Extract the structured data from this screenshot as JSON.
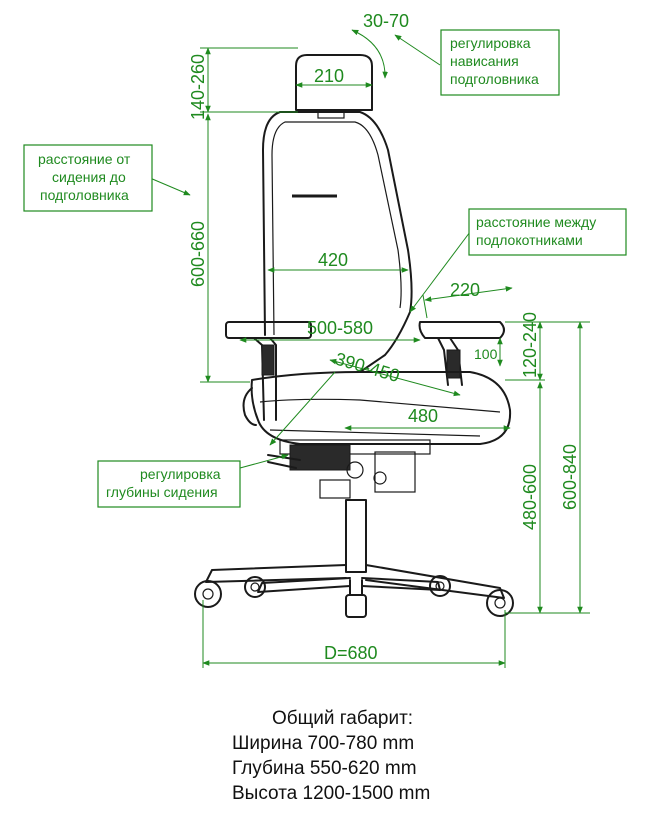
{
  "dimensions": {
    "headrest_tilt": "30-70",
    "headrest_width": "210",
    "headrest_height": "140-260",
    "back_height": "600-660",
    "back_width": "420",
    "armrest_length": "220",
    "armrest_distance": "500-580",
    "armrest_width": "100",
    "armrest_height": "120-240",
    "seat_depth": "390-450",
    "seat_width": "480",
    "seat_height": "480-600",
    "armrest_floor_height": "600-840",
    "base_diameter": "D=680"
  },
  "notes": {
    "headrest_overhang": [
      "регулировка",
      "нависания",
      "подголовника"
    ],
    "seat_to_headrest": [
      "расстояние от",
      "сидения до",
      "подголовника"
    ],
    "armrest_gap": [
      "расстояние между",
      "подлокотниками"
    ],
    "seat_depth_adjust": [
      "регулировка",
      "глубины сидения"
    ]
  },
  "summary": {
    "title": "Общий габарит:",
    "width": "Ширина 700-780 mm",
    "depth": "Глубина 550-620 mm",
    "height": "Высота 1200-1500 mm"
  },
  "colors": {
    "annotation": "#1f8a1f",
    "chair": "#1a1a1a"
  }
}
